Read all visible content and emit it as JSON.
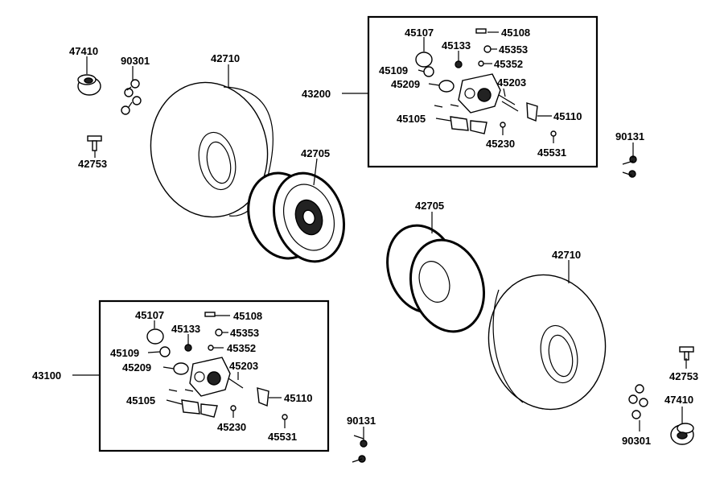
{
  "colors": {
    "line": "#000000",
    "background": "#ffffff"
  },
  "labels": {
    "p47410_top": "47410",
    "p90301_top": "90301",
    "p42710_top": "42710",
    "p42753_top": "42753",
    "p42705_top": "42705",
    "p43200": "43200",
    "p90131_right": "90131",
    "p42705_mid": "42705",
    "p42710_right": "42710",
    "p43100": "43100",
    "p90131_bottom": "90131",
    "p42753_bottom": "42753",
    "p47410_bottom": "47410",
    "p90301_bottom": "90301"
  },
  "caliper_box_top": {
    "p45107": "45107",
    "p45108": "45108",
    "p45133": "45133",
    "p45353": "45353",
    "p45352": "45352",
    "p45109": "45109",
    "p45209": "45209",
    "p45203": "45203",
    "p45105": "45105",
    "p45110": "45110",
    "p45230": "45230",
    "p45531": "45531"
  },
  "caliper_box_bottom": {
    "p45107": "45107",
    "p45108": "45108",
    "p45133": "45133",
    "p45353": "45353",
    "p45352": "45352",
    "p45109": "45109",
    "p45209": "45209",
    "p45203": "45203",
    "p45105": "45105",
    "p45110": "45110",
    "p45230": "45230",
    "p45531": "45531"
  }
}
